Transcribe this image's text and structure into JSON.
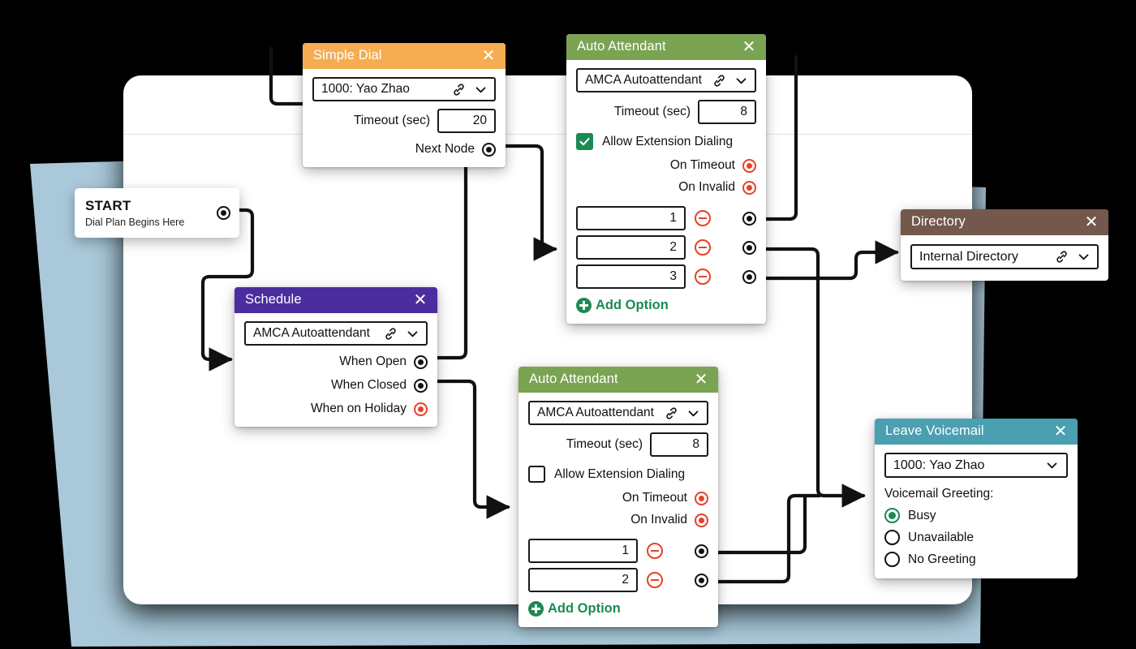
{
  "canvas": {
    "background_color": "#000000",
    "panel_color": "#ffffff",
    "accent_sheet_color": "#a9c9da"
  },
  "start_node": {
    "title": "START",
    "subtitle": "Dial Plan Begins Here",
    "port_name": "start-output-port"
  },
  "nodes": [
    {
      "id": "simple-dial",
      "title": "Simple Dial",
      "header_color": "#f5ad52",
      "target_value": "1000: Yao Zhao",
      "timeout_label": "Timeout (sec)",
      "timeout_value": "20",
      "next_node_label": "Next Node",
      "close_label": "✕"
    },
    {
      "id": "auto-attendant-top",
      "title": "Auto Attendant",
      "header_color": "#7aa352",
      "target_value": "AMCA Autoattendant",
      "timeout_label": "Timeout (sec)",
      "timeout_value": "8",
      "allow_ext_label": "Allow Extension Dialing",
      "allow_ext_checked": true,
      "on_timeout_label": "On Timeout",
      "on_invalid_label": "On Invalid",
      "options": [
        "1",
        "2",
        "3"
      ],
      "add_option_label": "Add Option",
      "close_label": "✕"
    },
    {
      "id": "schedule",
      "title": "Schedule",
      "header_color": "#4b2d9f",
      "target_value": "AMCA Autoattendant",
      "when_open_label": "When Open",
      "when_closed_label": "When Closed",
      "when_holiday_label": "When on Holiday",
      "close_label": "✕"
    },
    {
      "id": "auto-attendant-bottom",
      "title": "Auto Attendant",
      "header_color": "#7aa352",
      "target_value": "AMCA Autoattendant",
      "timeout_label": "Timeout (sec)",
      "timeout_value": "8",
      "allow_ext_label": "Allow Extension Dialing",
      "allow_ext_checked": false,
      "on_timeout_label": "On Timeout",
      "on_invalid_label": "On Invalid",
      "options": [
        "1",
        "2"
      ],
      "add_option_label": "Add Option",
      "close_label": "✕"
    },
    {
      "id": "directory",
      "title": "Directory",
      "header_color": "#74584c",
      "target_value": "Internal Directory",
      "close_label": "✕"
    },
    {
      "id": "leave-voicemail",
      "title": "Leave Voicemail",
      "header_color": "#4a9fb0",
      "target_value": "1000: Yao Zhao",
      "greeting_label": "Voicemail Greeting:",
      "greetings": [
        {
          "label": "Busy",
          "selected": true
        },
        {
          "label": "Unavailable",
          "selected": false
        },
        {
          "label": "No Greeting",
          "selected": false
        }
      ],
      "close_label": "✕"
    }
  ],
  "colors": {
    "port_active": "#e8402a",
    "port_idle": "#111111",
    "green": "#1c8a53",
    "red": "#e8402a"
  }
}
